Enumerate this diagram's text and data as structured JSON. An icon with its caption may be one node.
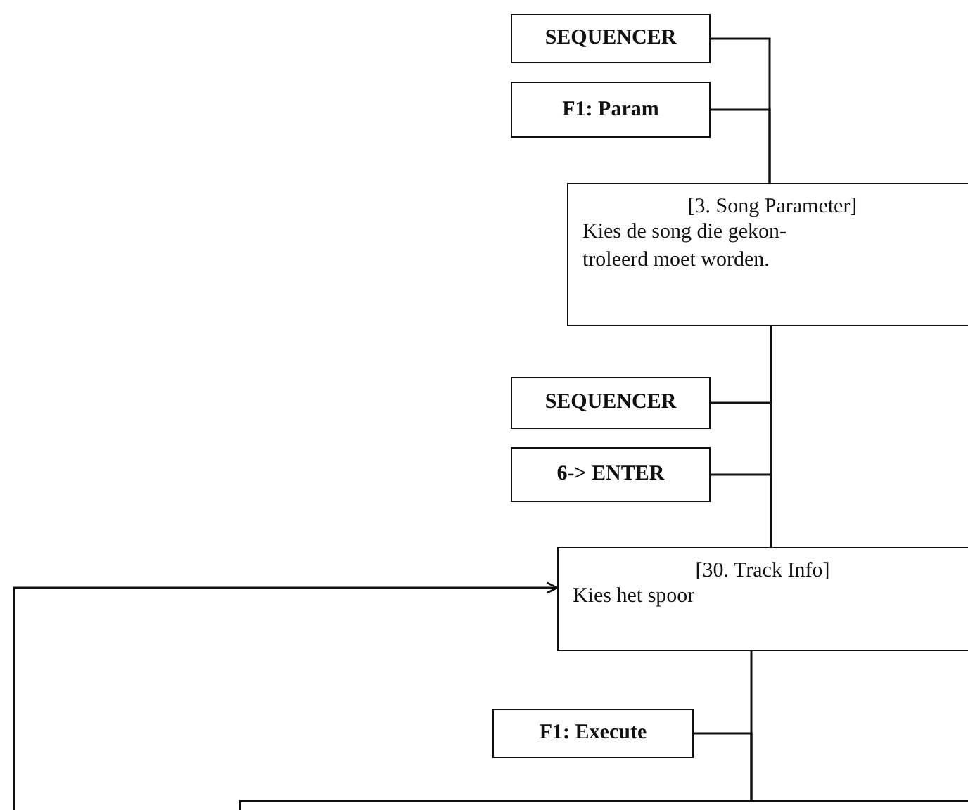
{
  "diagram": {
    "nodes": [
      {
        "text": [
          "SEQUENCER"
        ]
      },
      {
        "text": [
          "F1: Param"
        ]
      },
      {
        "text": [
          "[3. Song Parameter]",
          "Kies de song die gekon- troleerd moet worden."
        ]
      },
      {
        "text": [
          "SEQUENCER"
        ]
      },
      {
        "text": [
          "6-> ENTER"
        ]
      },
      {
        "text": [
          "[30. Track Info]",
          "Kies het spoor"
        ]
      },
      {
        "text": [
          "F1: Execute"
        ]
      },
      {
        "text": [],
        "shape": "box"
      }
    ],
    "edges": [
      {
        "from": 0,
        "to": 2,
        "arrow": "none"
      },
      {
        "from": 1,
        "to": 2,
        "arrow": "none"
      },
      {
        "from": 2,
        "to": 5,
        "arrow": "none"
      },
      {
        "from": 3,
        "to": 5,
        "arrow": "none"
      },
      {
        "from": 4,
        "to": 5,
        "arrow": "none"
      },
      {
        "from": 5,
        "to": 7,
        "arrow": "none"
      },
      {
        "from": 6,
        "to": 7,
        "arrow": "none"
      },
      {
        "from": null,
        "to": 5,
        "arrow": "to"
      }
    ]
  }
}
